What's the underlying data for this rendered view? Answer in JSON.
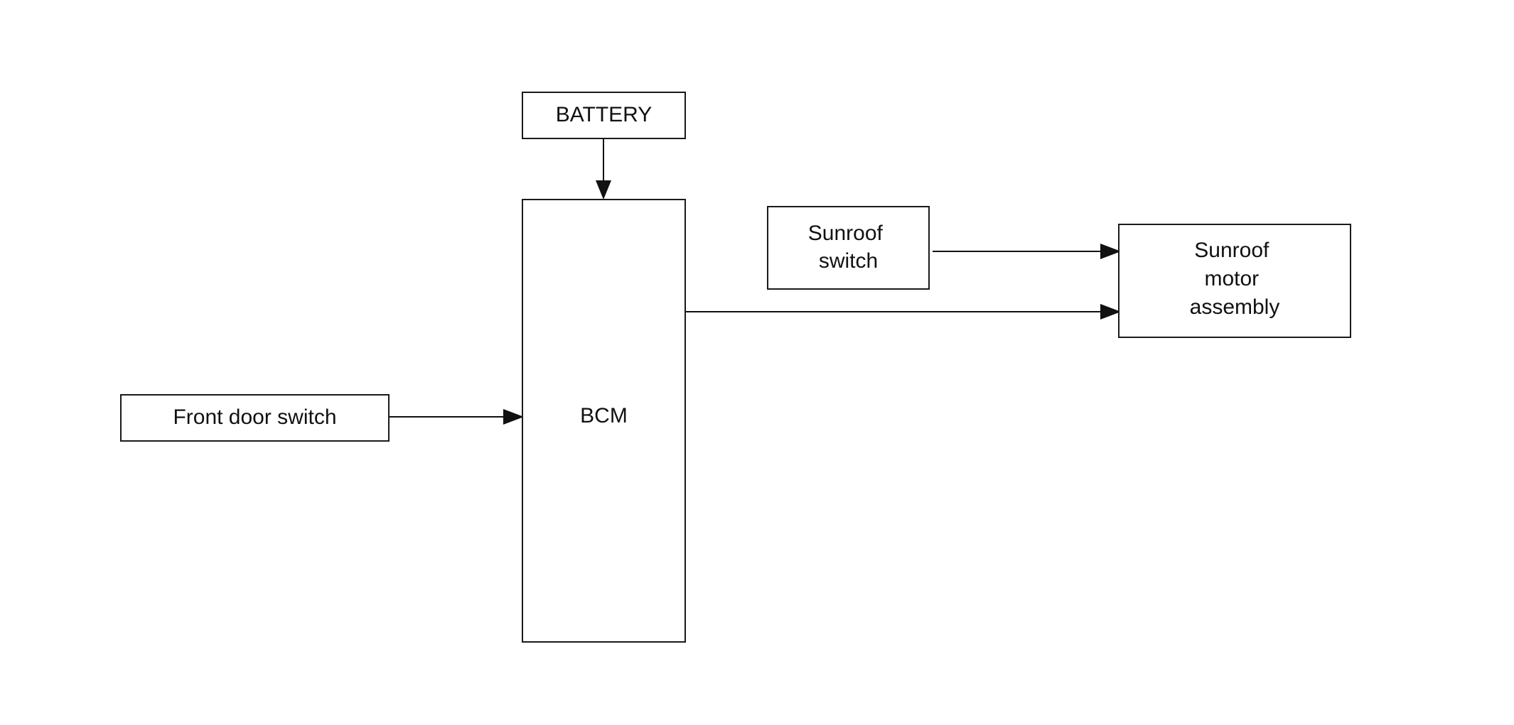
{
  "diagram": {
    "nodes": {
      "battery": {
        "lines": [
          "BATTERY"
        ]
      },
      "bcm": {
        "lines": [
          "BCM"
        ]
      },
      "front_door_switch": {
        "lines": [
          "Front door switch"
        ]
      },
      "sunroof_switch": {
        "lines": [
          "Sunroof",
          "switch"
        ]
      },
      "sunroof_motor_assembly": {
        "lines": [
          "Sunroof",
          "motor",
          "assembly"
        ]
      }
    },
    "edges": [
      {
        "from": "battery",
        "to": "bcm"
      },
      {
        "from": "front_door_switch",
        "to": "bcm"
      },
      {
        "from": "sunroof_switch",
        "to": "sunroof_motor_assembly"
      },
      {
        "from": "bcm",
        "to": "sunroof_motor_assembly"
      }
    ],
    "colors": {
      "line": "#111111",
      "box_fill": "#ffffff",
      "text": "#111111"
    }
  }
}
